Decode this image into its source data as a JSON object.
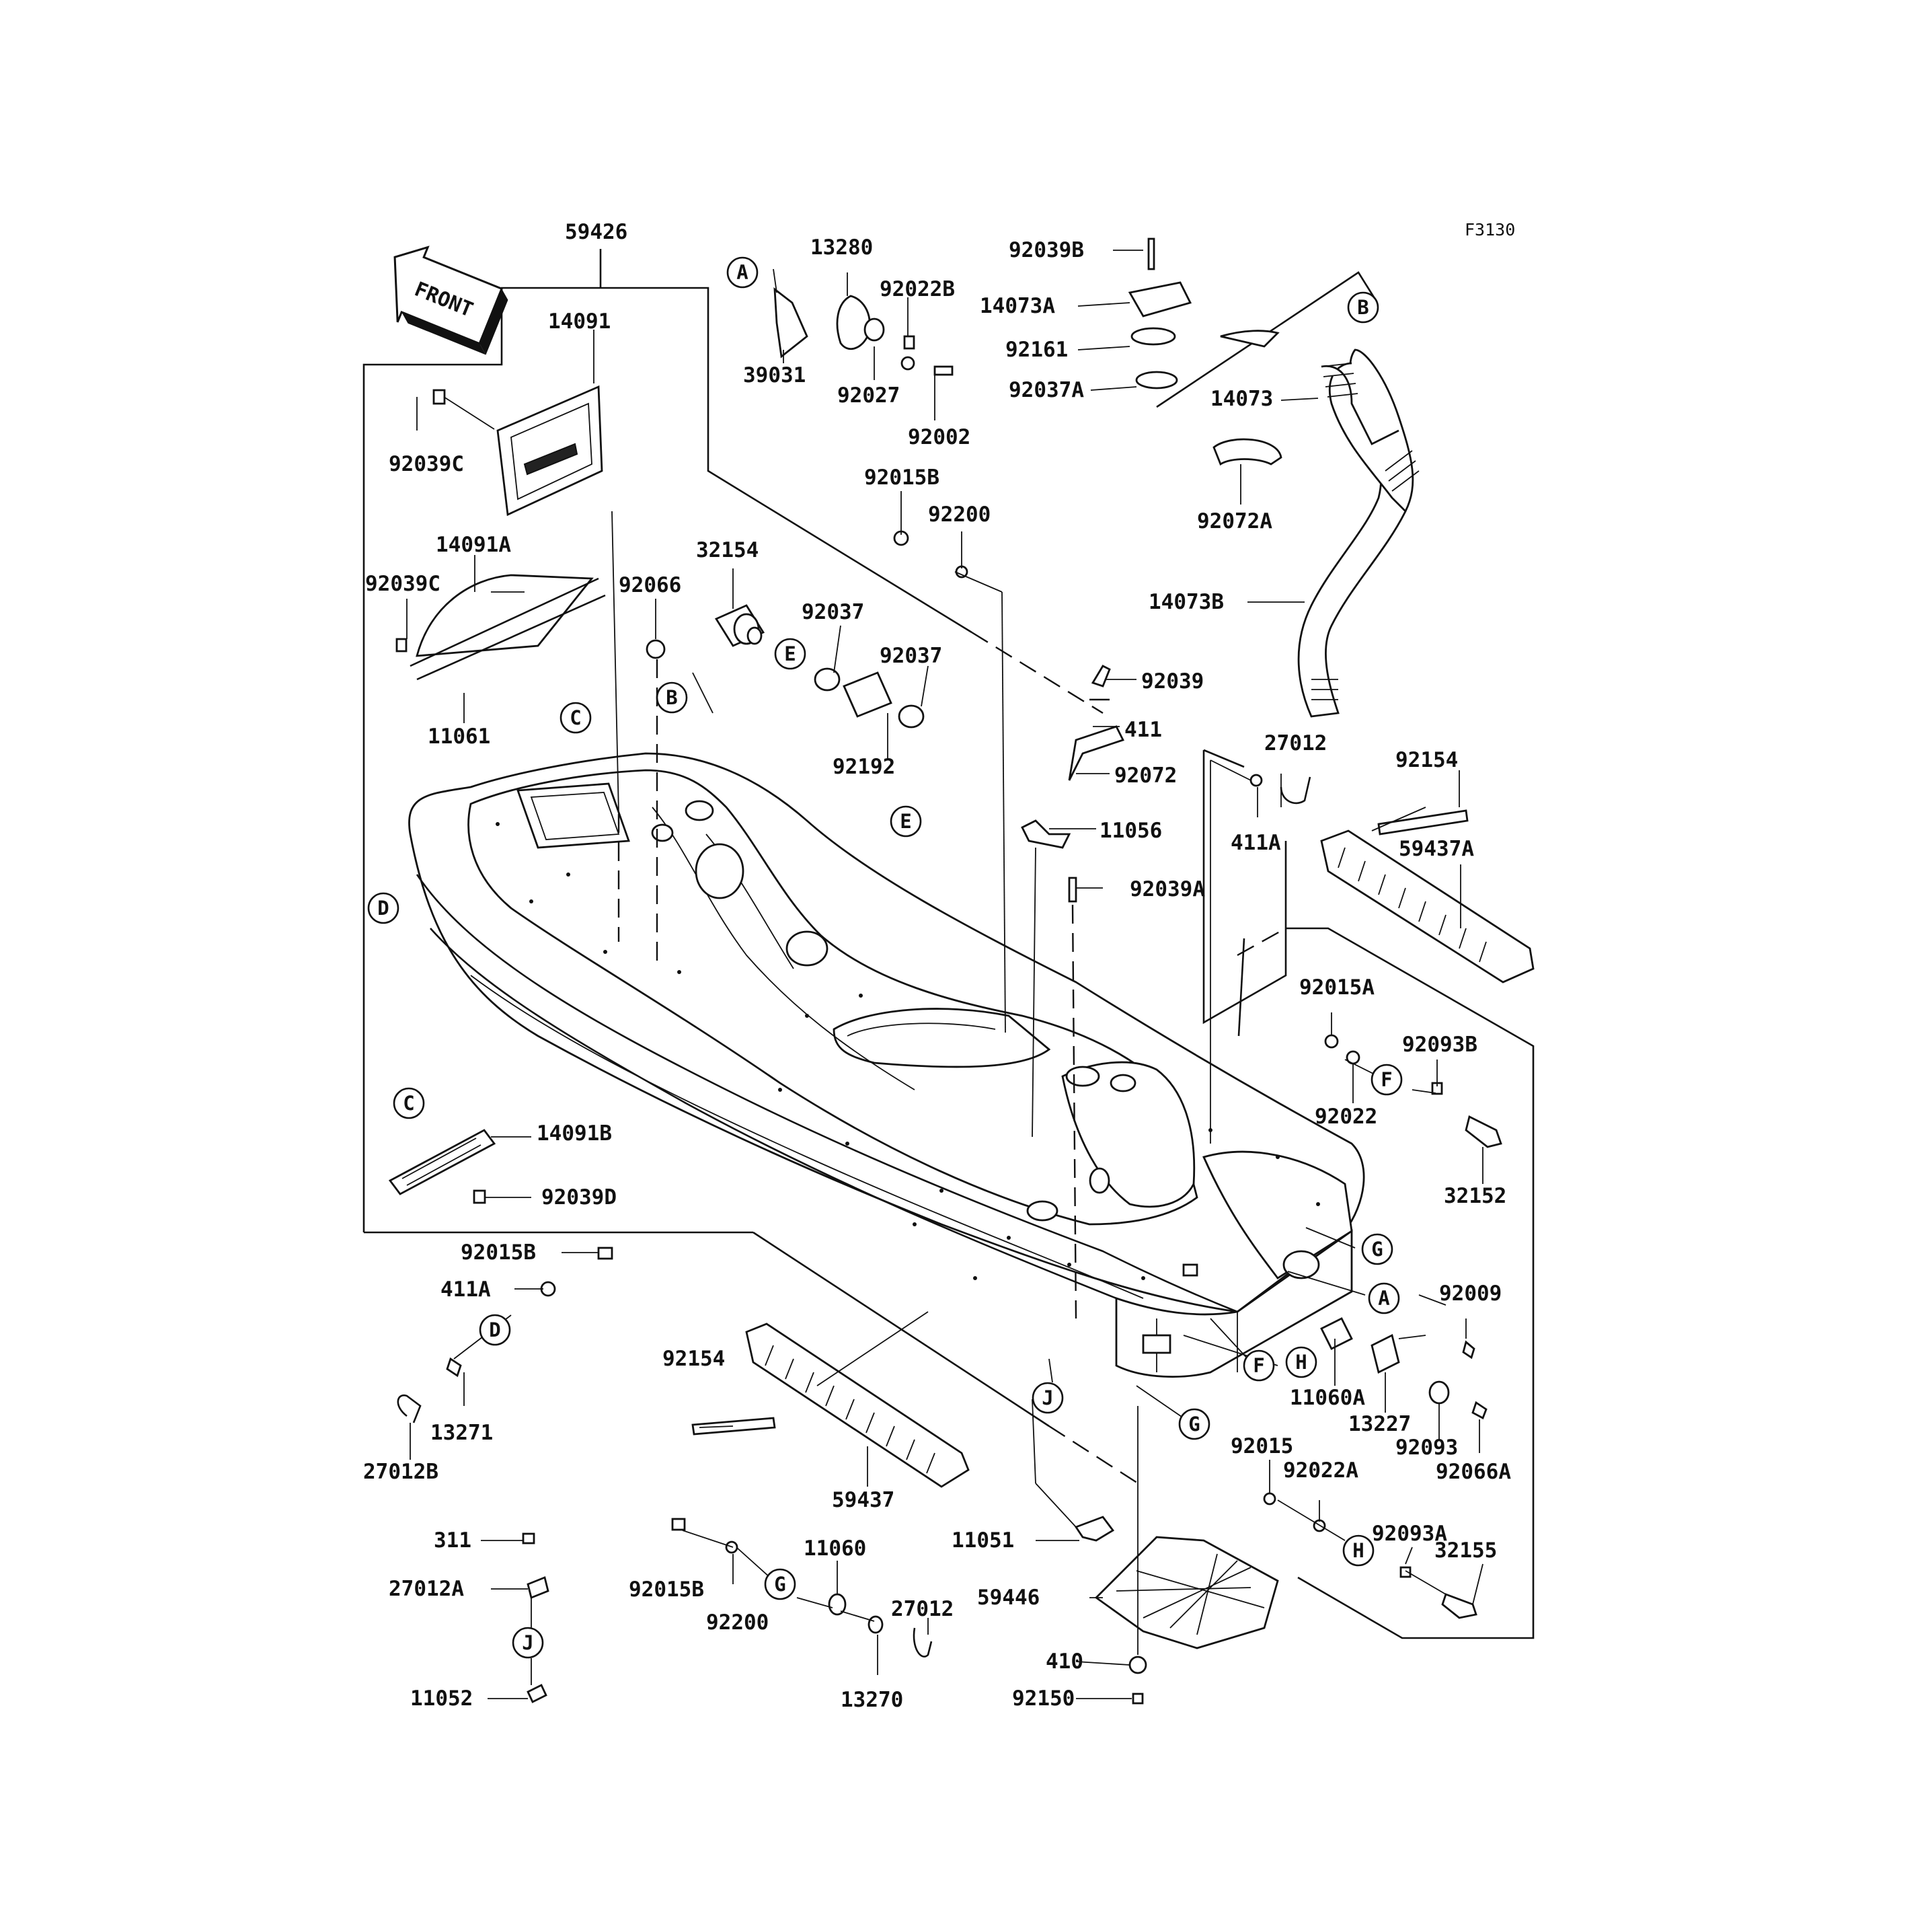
{
  "diagram": {
    "code": "F3130",
    "front_label": "FRONT",
    "labels": [
      {
        "id": "l59426",
        "text": "59426"
      },
      {
        "id": "l14091",
        "text": "14091"
      },
      {
        "id": "l92039C_a",
        "text": "92039C"
      },
      {
        "id": "l14091A",
        "text": "14091A"
      },
      {
        "id": "l92039C_b",
        "text": "92039C"
      },
      {
        "id": "l92066",
        "text": "92066"
      },
      {
        "id": "l11061",
        "text": "11061"
      },
      {
        "id": "l13280",
        "text": "13280"
      },
      {
        "id": "l39031",
        "text": "39031"
      },
      {
        "id": "l92022B",
        "text": "92022B"
      },
      {
        "id": "l92027",
        "text": "92027"
      },
      {
        "id": "l92002",
        "text": "92002"
      },
      {
        "id": "l92039B",
        "text": "92039B"
      },
      {
        "id": "l14073A",
        "text": "14073A"
      },
      {
        "id": "l92161",
        "text": "92161"
      },
      {
        "id": "l92037A",
        "text": "92037A"
      },
      {
        "id": "l14073",
        "text": "14073"
      },
      {
        "id": "l92072A",
        "text": "92072A"
      },
      {
        "id": "l14073B",
        "text": "14073B"
      },
      {
        "id": "l92015B_a",
        "text": "92015B"
      },
      {
        "id": "l92200_a",
        "text": "92200"
      },
      {
        "id": "l32154",
        "text": "32154"
      },
      {
        "id": "l92037_a",
        "text": "92037"
      },
      {
        "id": "l92037_b",
        "text": "92037"
      },
      {
        "id": "l92192",
        "text": "92192"
      },
      {
        "id": "l92039",
        "text": "92039"
      },
      {
        "id": "l411",
        "text": "411"
      },
      {
        "id": "l92072",
        "text": "92072"
      },
      {
        "id": "l11056",
        "text": "11056"
      },
      {
        "id": "l92039A",
        "text": "92039A"
      },
      {
        "id": "l27012_a",
        "text": "27012"
      },
      {
        "id": "l411A_a",
        "text": "411A"
      },
      {
        "id": "l92154_a",
        "text": "92154"
      },
      {
        "id": "l59437A",
        "text": "59437A"
      },
      {
        "id": "l92015A",
        "text": "92015A"
      },
      {
        "id": "l92093B",
        "text": "92093B"
      },
      {
        "id": "l92022",
        "text": "92022"
      },
      {
        "id": "l32152",
        "text": "32152"
      },
      {
        "id": "l14091B",
        "text": "14091B"
      },
      {
        "id": "l92039D",
        "text": "92039D"
      },
      {
        "id": "l92015B_b",
        "text": "92015B"
      },
      {
        "id": "l411A_b",
        "text": "411A"
      },
      {
        "id": "l13271",
        "text": "13271"
      },
      {
        "id": "l27012B",
        "text": "27012B"
      },
      {
        "id": "l92154_b",
        "text": "92154"
      },
      {
        "id": "l59437",
        "text": "59437"
      },
      {
        "id": "l92009",
        "text": "92009"
      },
      {
        "id": "l11060A",
        "text": "11060A"
      },
      {
        "id": "l13227",
        "text": "13227"
      },
      {
        "id": "l92093",
        "text": "92093"
      },
      {
        "id": "l92066A",
        "text": "92066A"
      },
      {
        "id": "l92015",
        "text": "92015"
      },
      {
        "id": "l92022A",
        "text": "92022A"
      },
      {
        "id": "l92093A",
        "text": "92093A"
      },
      {
        "id": "l32155",
        "text": "32155"
      },
      {
        "id": "l11051",
        "text": "11051"
      },
      {
        "id": "l59446",
        "text": "59446"
      },
      {
        "id": "l410",
        "text": "410"
      },
      {
        "id": "l92150",
        "text": "92150"
      },
      {
        "id": "l311",
        "text": "311"
      },
      {
        "id": "l27012A",
        "text": "27012A"
      },
      {
        "id": "l11052",
        "text": "11052"
      },
      {
        "id": "l92015B_c",
        "text": "92015B"
      },
      {
        "id": "l92200_b",
        "text": "92200"
      },
      {
        "id": "l11060",
        "text": "11060"
      },
      {
        "id": "l27012_b",
        "text": "27012"
      },
      {
        "id": "l13270",
        "text": "13270"
      }
    ],
    "callouts": [
      {
        "id": "cA1",
        "text": "A"
      },
      {
        "id": "cB1",
        "text": "B"
      },
      {
        "id": "cB2",
        "text": "B"
      },
      {
        "id": "cC1",
        "text": "C"
      },
      {
        "id": "cC2",
        "text": "C"
      },
      {
        "id": "cD1",
        "text": "D"
      },
      {
        "id": "cD2",
        "text": "D"
      },
      {
        "id": "cE1",
        "text": "E"
      },
      {
        "id": "cE2",
        "text": "E"
      },
      {
        "id": "cF1",
        "text": "F"
      },
      {
        "id": "cF2",
        "text": "F"
      },
      {
        "id": "cG1",
        "text": "G"
      },
      {
        "id": "cG2",
        "text": "G"
      },
      {
        "id": "cG3",
        "text": "G"
      },
      {
        "id": "cA2",
        "text": "A"
      },
      {
        "id": "cH1",
        "text": "H"
      },
      {
        "id": "cH2",
        "text": "H"
      },
      {
        "id": "cJ1",
        "text": "J"
      },
      {
        "id": "cJ2",
        "text": "J"
      }
    ]
  }
}
